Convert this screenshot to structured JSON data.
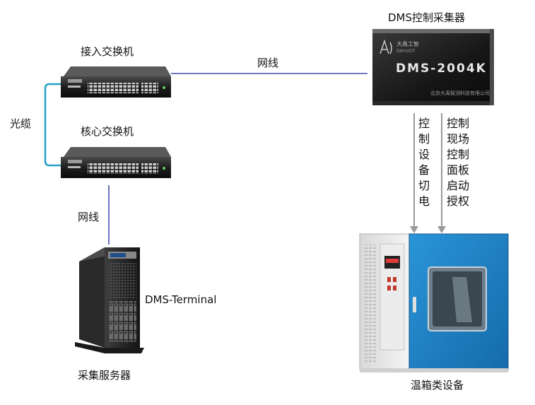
{
  "nodes": {
    "access_switch": "接入交换机",
    "core_switch": "核心交换机",
    "collector": "DMS控制采集器",
    "server": "采集服务器",
    "terminal": "DMS-Terminal",
    "chamber": "温箱类设备"
  },
  "links": {
    "fiber": "光缆",
    "cable_top": "网线",
    "cable_left": "网线"
  },
  "signals": {
    "power_cut": "控制设备切电",
    "panel_auth": "控制现场控制面板启动授权"
  },
  "device": {
    "model": "DMS-2004K",
    "brand": "大禹工智",
    "brand_en": "DAYUIOT",
    "company": "北京大禹智测科技有限公司"
  },
  "colors": {
    "fiber": "#2a9fc8",
    "cable": "#1a2a9a",
    "arrow": "#9a9a9a",
    "chamber_blue": "#1f84c8"
  }
}
